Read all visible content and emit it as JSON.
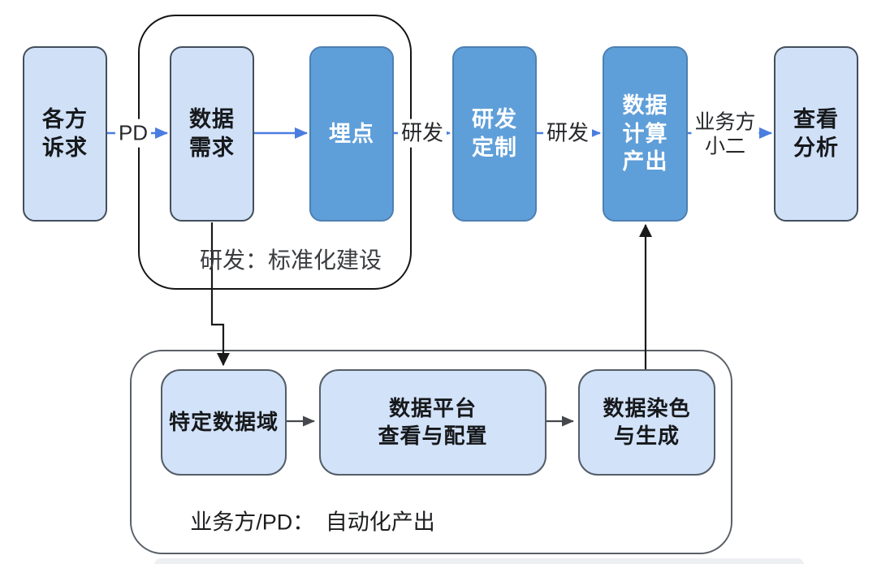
{
  "diagram": {
    "title": "data workflow flowchart",
    "top_nodes": [
      {
        "label": "各方\n诉求",
        "style": "light"
      },
      {
        "label": "数据\n需求",
        "style": "light"
      },
      {
        "label": "埋点",
        "style": "solid"
      },
      {
        "label": "研发\n定制",
        "style": "solid"
      },
      {
        "label": "数据\n计算\n产出",
        "style": "solid"
      },
      {
        "label": "查看\n分析",
        "style": "light"
      }
    ],
    "edge_labels": {
      "pd": "PD",
      "rd1": "研发",
      "rd2": "研发",
      "business": "业务方\n小二"
    },
    "groups": {
      "standardization": "研发：标准化建设",
      "automation": "业务方/PD：　自动化产出"
    },
    "bottom_nodes": [
      {
        "label": "特定数据域"
      },
      {
        "label": "数据平台\n查看与配置"
      },
      {
        "label": "数据染色\n与生成"
      }
    ],
    "colors": {
      "light_node_fill": "#cfe0f7",
      "light_node_border": "#434e5b",
      "solid_node_fill": "#5f9fd9",
      "solid_node_border": "#4d80b2",
      "bottom_node_fill": "#d2e2f8",
      "blue_arrow": "#4a7de0",
      "black_line": "#1a1a1a",
      "gray_arrow": "#45484c",
      "std_group_border": "#141414",
      "auto_group_border": "#5a6067"
    }
  }
}
